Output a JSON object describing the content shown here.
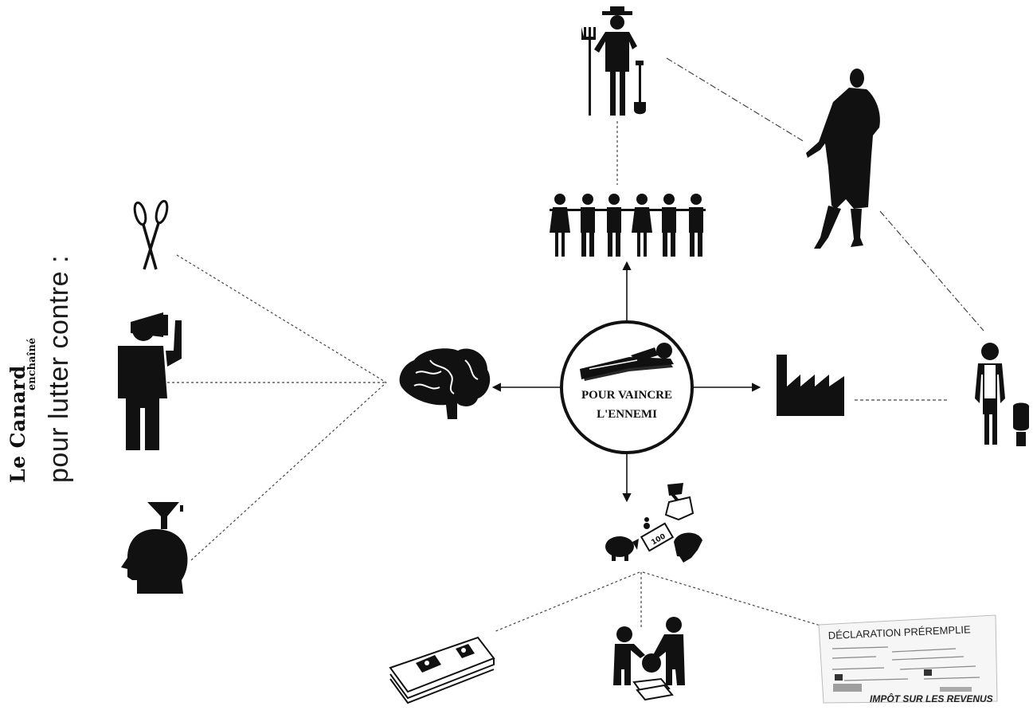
{
  "header": {
    "brand": "Le Canard",
    "brand_sub": "enchaîné",
    "subtitle": "pour lutter contre :"
  },
  "center": {
    "line1": "POUR VAINCRE",
    "line2": "L'ENNEMI"
  },
  "document": {
    "title": "DÉCLARATION PRÉREMPLIE",
    "footer": "IMPÔT SUR LES REVENUS"
  },
  "banknote": {
    "value": "100"
  },
  "colors": {
    "ink": "#111111",
    "background": "#ffffff"
  },
  "icons": [
    "scissors-icon",
    "megaphone-person-icon",
    "funnel-head-icon",
    "brain-icon",
    "farmer-woman-icon",
    "people-chain-icon",
    "fashion-woman-icon",
    "factory-icon",
    "worker-woman-icon",
    "tax-evasion-icon",
    "money-stack-icon",
    "gold-exchange-icon",
    "tax-declaration-icon"
  ]
}
